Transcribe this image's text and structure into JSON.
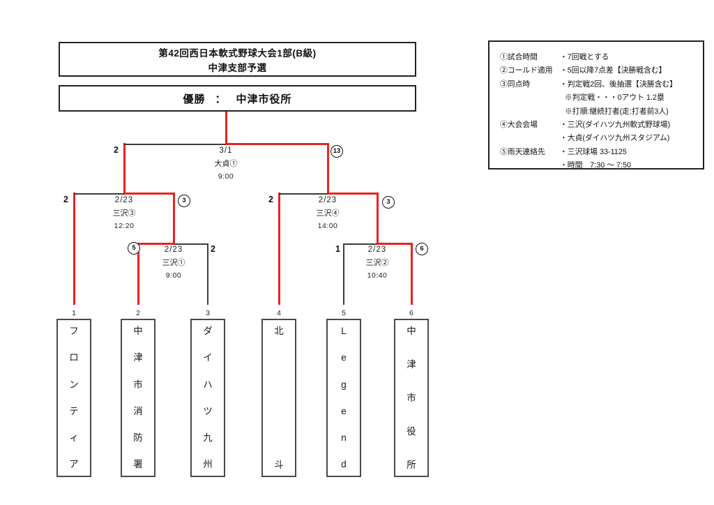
{
  "title": {
    "line1": "第42回西日本軟式野球大会1部(B級)",
    "line2": "中津支部予選"
  },
  "champion": {
    "label": "優勝",
    "separator": "：",
    "name": "中津市役所"
  },
  "notes": {
    "rows": [
      {
        "label": "①試合時間",
        "text": "・7回戦とする"
      },
      {
        "label": "②コールド適用",
        "text": "・5回以降7点差【決勝戦含む】"
      },
      {
        "label": "③同点時",
        "text": "・判定戦2回、後抽選【決勝含む】"
      },
      {
        "label": "",
        "text": "※判定戦・・・0アウト 1.2塁"
      },
      {
        "label": "",
        "text": "※打順:継続打者(走:打者前3人)"
      },
      {
        "label": "④大会会場",
        "text": "・三沢(ダイハツ九州軟式野球場)"
      },
      {
        "label": "",
        "text": "・大貞(ダイハツ九州スタジアム)"
      },
      {
        "label": "⑤雨天連絡先",
        "text": "・三沢球場 33-1125"
      },
      {
        "label": "",
        "text": "・時間　7:30 ～ 7:50"
      }
    ]
  },
  "teams": [
    {
      "seed": "1",
      "name": "フロンティア"
    },
    {
      "seed": "2",
      "name": "中津市消防署"
    },
    {
      "seed": "3",
      "name": "ダイハツ九州"
    },
    {
      "seed": "4",
      "name": "北斗"
    },
    {
      "seed": "5",
      "name": "Legend"
    },
    {
      "seed": "6",
      "name": "中津市役所"
    }
  ],
  "matches": {
    "final": {
      "date": "3/1",
      "venue": "大貞①",
      "time": "9:00",
      "left_score": "2",
      "right_score": "13",
      "winner": "right"
    },
    "sf_left": {
      "date": "2/23",
      "venue": "三沢③",
      "time": "12:20",
      "left_score": "2",
      "right_score": "3",
      "winner": "right"
    },
    "sf_right": {
      "date": "2/23",
      "venue": "三沢④",
      "time": "14:00",
      "left_score": "2",
      "right_score": "3",
      "winner": "right"
    },
    "r1_left": {
      "date": "2/23",
      "venue": "三沢①",
      "time": "9:00",
      "left_score": "5",
      "right_score": "2",
      "winner": "left"
    },
    "r1_right": {
      "date": "2/23",
      "venue": "三沢②",
      "time": "10:40",
      "left_score": "1",
      "right_score": "6",
      "winner": "right"
    }
  },
  "colors": {
    "winner_path": "#e8231f",
    "line": "#3c3c3c"
  }
}
